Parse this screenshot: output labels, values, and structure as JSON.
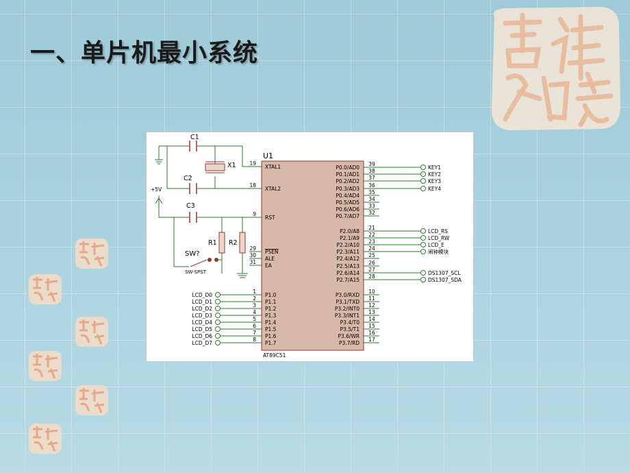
{
  "slide": {
    "title": "一、单片机最小系统"
  },
  "decoration": {
    "seal_text": "吉祥如意",
    "seal_color": "#c0392b",
    "background_color": "#a9d2de"
  },
  "schematic": {
    "ic_ref": "U1",
    "ic_part": "AT89C51",
    "c1": "C1",
    "c2": "C2",
    "c3": "C3",
    "x1": "X1",
    "r1": "R1",
    "r2": "R2",
    "sw_ref": "SW?",
    "sw_part": "SW-SPST",
    "vcc": "+5V",
    "left_pins": [
      {
        "num": "19",
        "name": "XTAL1"
      },
      {
        "num": "18",
        "name": "XTAL2"
      },
      {
        "num": "9",
        "name": "RST"
      },
      {
        "num": "29",
        "name": "PSEN"
      },
      {
        "num": "30",
        "name": "ALE"
      },
      {
        "num": "31",
        "name": "EA"
      },
      {
        "num": "1",
        "name": "P1.0"
      },
      {
        "num": "2",
        "name": "P1.1"
      },
      {
        "num": "3",
        "name": "P1.2"
      },
      {
        "num": "4",
        "name": "P1.3"
      },
      {
        "num": "5",
        "name": "P1.4"
      },
      {
        "num": "6",
        "name": "P1.5"
      },
      {
        "num": "7",
        "name": "P1.6"
      },
      {
        "num": "8",
        "name": "P1.7"
      }
    ],
    "right_pins": [
      {
        "num": "39",
        "name": "P0.0/AD0",
        "net": "KEY1"
      },
      {
        "num": "38",
        "name": "P0.1/AD1",
        "net": "KEY2"
      },
      {
        "num": "37",
        "name": "P0.2/AD2",
        "net": "KEY3"
      },
      {
        "num": "36",
        "name": "P0.3/AD3",
        "net": "KEY4"
      },
      {
        "num": "35",
        "name": "P0.4/AD4",
        "net": ""
      },
      {
        "num": "34",
        "name": "P0.5/AD5",
        "net": ""
      },
      {
        "num": "33",
        "name": "P0.6/AD6",
        "net": ""
      },
      {
        "num": "32",
        "name": "P0.7/AD7",
        "net": ""
      },
      {
        "num": "21",
        "name": "P2.0/A8",
        "net": "LCD_RS"
      },
      {
        "num": "22",
        "name": "P2.1/A9",
        "net": "LCD_RW"
      },
      {
        "num": "23",
        "name": "P2.2/A10",
        "net": "LCD_E"
      },
      {
        "num": "24",
        "name": "P2.3/A11",
        "net": "闹钟模块"
      },
      {
        "num": "25",
        "name": "P2.4/A12",
        "net": ""
      },
      {
        "num": "26",
        "name": "P2.5/A13",
        "net": ""
      },
      {
        "num": "27",
        "name": "P2.6/A14",
        "net": "DS1307_SCL"
      },
      {
        "num": "28",
        "name": "P2.7/A15",
        "net": "DS1307_SDA"
      },
      {
        "num": "10",
        "name": "P3.0/RXD",
        "net": ""
      },
      {
        "num": "11",
        "name": "P3.1/TXD",
        "net": ""
      },
      {
        "num": "12",
        "name": "P3.2/INT0",
        "net": ""
      },
      {
        "num": "13",
        "name": "P3.3/INT1",
        "net": ""
      },
      {
        "num": "14",
        "name": "P3.4/T0",
        "net": ""
      },
      {
        "num": "15",
        "name": "P3.5/T1",
        "net": ""
      },
      {
        "num": "16",
        "name": "P3.6/WR",
        "net": ""
      },
      {
        "num": "17",
        "name": "P3.7/RD",
        "net": ""
      }
    ],
    "lcd_nets": [
      "LCD_D0",
      "LCD_D1",
      "LCD_D2",
      "LCD_D3",
      "LCD_D4",
      "LCD_D5",
      "LCD_D6",
      "LCD_D7"
    ]
  }
}
